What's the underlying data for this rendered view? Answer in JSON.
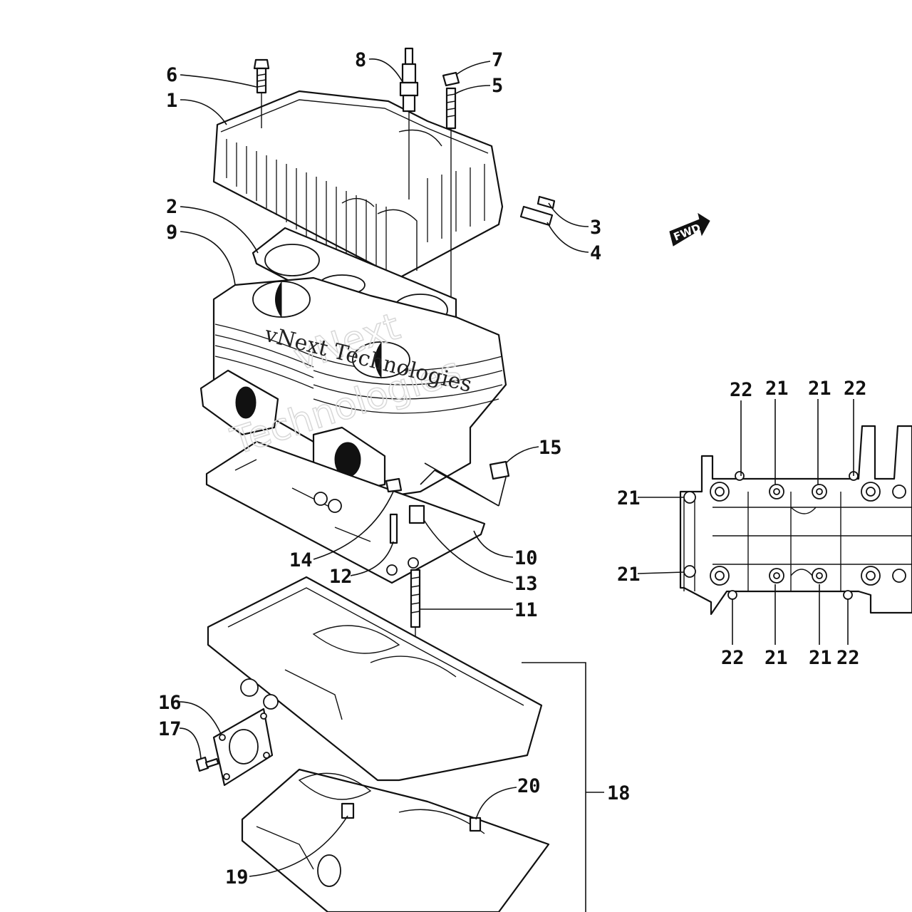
{
  "diagram": {
    "watermark": "vNext Technologies",
    "watermark_ghost_line1": "vNext",
    "watermark_ghost_line2": "Technologies",
    "direction_badge": "FWD",
    "callouts": {
      "c1": "1",
      "c2": "2",
      "c3": "3",
      "c4": "4",
      "c5": "5",
      "c6": "6",
      "c7": "7",
      "c8": "8",
      "c9": "9",
      "c10": "10",
      "c11": "11",
      "c12": "12",
      "c13": "13",
      "c14": "14",
      "c15": "15",
      "c16": "16",
      "c17": "17",
      "c18": "18",
      "c19": "19",
      "c20": "20",
      "inset_top": [
        "22",
        "21",
        "21",
        "22"
      ],
      "inset_left": [
        "21",
        "21"
      ],
      "inset_bottom": [
        "22",
        "21",
        "21",
        "22"
      ]
    }
  }
}
